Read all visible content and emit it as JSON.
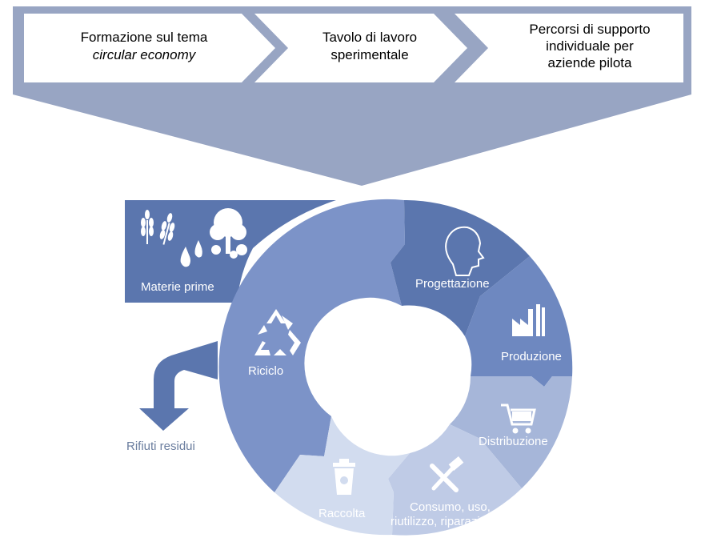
{
  "header": {
    "steps": [
      {
        "line1": "Formazione sul tema",
        "line2": "circular economy",
        "line3": ""
      },
      {
        "line1": "Tavolo di lavoro",
        "line2": "sperimentale",
        "line3": ""
      },
      {
        "line1": "Percorsi di supporto",
        "line2": "individuale per",
        "line3": "aziende pilota"
      }
    ]
  },
  "cycle": {
    "materie_prime": "Materie prime",
    "riciclo": "Riciclo",
    "rifiuti_residui": "Rifiuti residui",
    "progettazione": "Progettazione",
    "produzione": "Produzione",
    "distribuzione": "Distribuzione",
    "consumo_line1": "Consumo, uso,",
    "consumo_line2": "riutilizzo, riparazione",
    "raccolta": "Raccolta"
  },
  "colors": {
    "funnel": "#98a5c3",
    "dark_blue": "#5b76ae",
    "mid_blue": "#7c93c8",
    "light_blue": "#a6b6d9",
    "lighter_blue": "#bfcbe6",
    "pale_blue": "#d2dcef"
  }
}
